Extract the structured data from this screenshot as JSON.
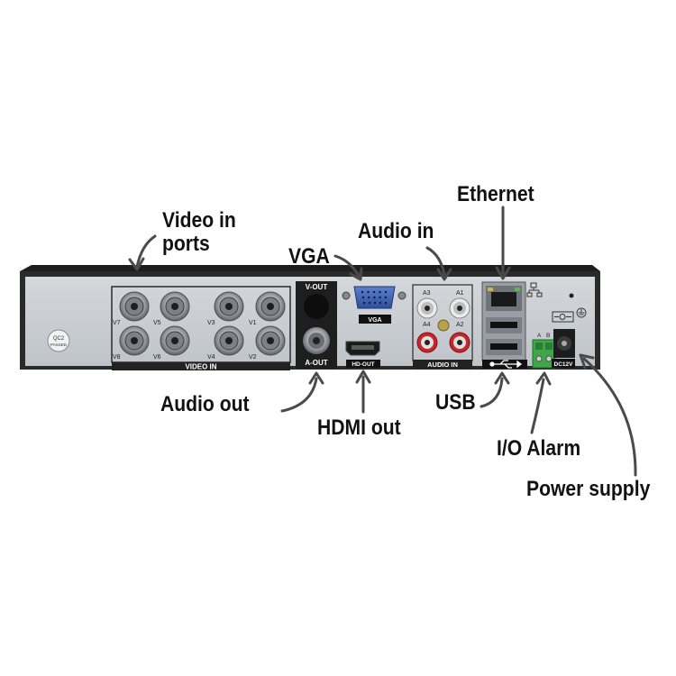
{
  "callouts": {
    "video_in_ports": [
      "Video in",
      "ports"
    ],
    "vga": "VGA",
    "audio_in": "Audio in",
    "ethernet": "Ethernet",
    "audio_out": "Audio out",
    "hdmi_out": "HDMI out",
    "usb": "USB",
    "io_alarm": "I/O Alarm",
    "power_supply": "Power supply"
  },
  "panel": {
    "video_in_label": "VIDEO IN",
    "video_top_row": [
      "V7",
      "V5",
      "V3",
      "V1"
    ],
    "video_bottom_row": [
      "V8",
      "V6",
      "V4",
      "V2"
    ],
    "v_out": "V-OUT",
    "a_out": "A-OUT",
    "vga_label": "VGA",
    "hd_out": "HD-OUT",
    "audio_in_label": "AUDIO IN",
    "audio_ports": [
      "A3",
      "A1",
      "A4",
      "A2"
    ],
    "alarm_pins": [
      "A",
      "B"
    ],
    "dc_label": "DC12V",
    "qc_sticker": [
      "QC2",
      "PASSED"
    ]
  },
  "colors": {
    "chassis": "#2a2a2a",
    "panel": "#c9ced4",
    "bnc_metal": "#9a9ea4",
    "vga_blue": "#3d63b8",
    "rca_red": "#c8262c",
    "rca_white": "#ececec",
    "terminal_green": "#3fa64a",
    "arrow": "#4a4a4a"
  }
}
